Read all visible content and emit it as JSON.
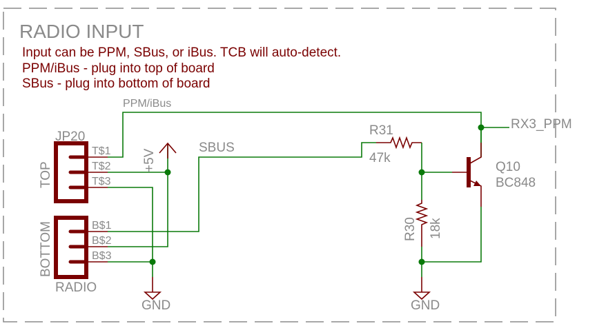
{
  "sheet": {
    "title": "RADIO INPUT",
    "notes": [
      "Input can be PPM, SBus, or iBus. TCB will auto-detect.",
      "PPM/iBus - plug into top of board",
      "SBus - plug into bottom of board"
    ]
  },
  "connector": {
    "name": "JP20",
    "value": "RADIO",
    "top_label": "TOP",
    "bottom_label": "BOTTOM",
    "top_pins": [
      "T$1",
      "T$2",
      "T$3"
    ],
    "bottom_pins": [
      "B$1",
      "B$2",
      "B$3"
    ]
  },
  "nets": {
    "ppm": "PPM/iBus",
    "sbus": "SBUS",
    "rx3": "RX3_PPM",
    "supply": "+5V",
    "gnd_left": "GND",
    "gnd_right": "GND"
  },
  "resistors": [
    {
      "name": "R31",
      "value": "47k"
    },
    {
      "name": "R30",
      "value": "18k"
    }
  ],
  "transistor": {
    "name": "Q10",
    "value": "BC848"
  },
  "colors": {
    "wire": "#0a7a0a",
    "part": "#7a0000",
    "label": "#8a8a8a",
    "frame": "#8a8a8a"
  }
}
